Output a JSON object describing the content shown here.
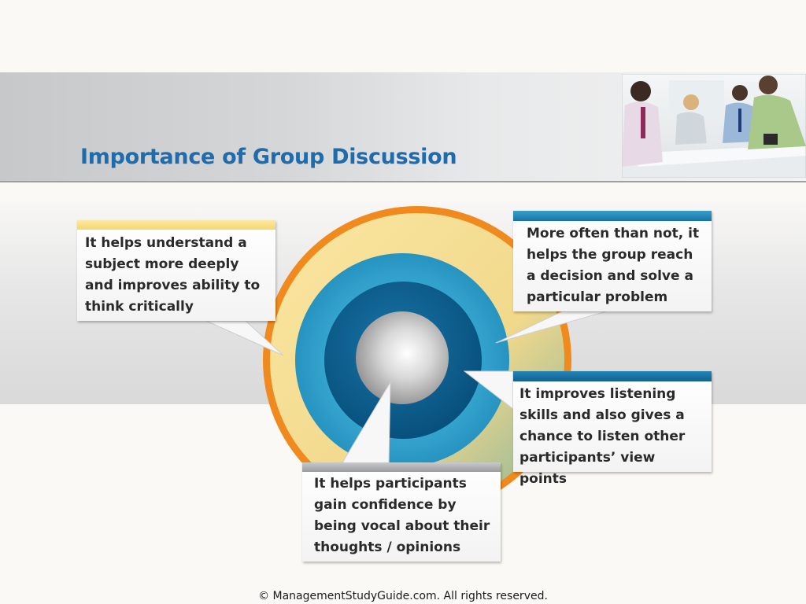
{
  "slide": {
    "title": "Importance of Group Discussion"
  },
  "callouts": [
    {
      "text": "It helps understand a subject more deeply and improves ability to think critically"
    },
    {
      "text": "More often than not, it helps the group reach a decision and solve a particular problem"
    },
    {
      "text": "It improves listening skills and also gives a chance to listen other participants’ view points"
    },
    {
      "text": "It helps participants gain confidence by being vocal about their thoughts / opinions"
    }
  ],
  "footer": {
    "copyright": "© ManagementStudyGuide.com. All rights reserved."
  },
  "colors": {
    "title": "#1f6bab",
    "orange_ring": "#f08a1e",
    "yellow_ring": "#f8dc8a",
    "light_blue_ring": "#33a2cb",
    "dark_blue_ring": "#0b5c8c",
    "sphere": "#c9c9c9"
  },
  "icons": {
    "photo": "business-meeting-photo"
  }
}
